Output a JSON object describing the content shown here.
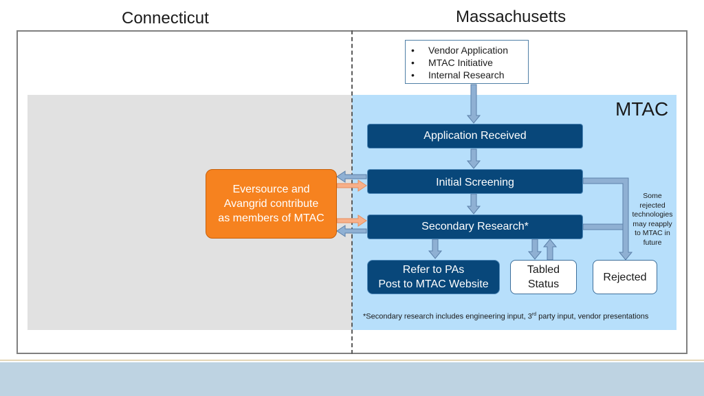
{
  "headers": {
    "left": "Connecticut",
    "right": "Massachusetts"
  },
  "mtac_label": "MTAC",
  "sources": [
    "Vendor Application",
    "MTAC Initiative",
    "Internal Research"
  ],
  "steps": {
    "application_received": "Application Received",
    "initial_screening": "Initial Screening",
    "secondary_research": "Secondary Research*"
  },
  "outcomes": {
    "refer_line1": "Refer to PAs",
    "refer_line2": "Post to MTAC Website",
    "tabled_line1": "Tabled",
    "tabled_line2": "Status",
    "rejected": "Rejected"
  },
  "utilities": {
    "line1": "Eversource and",
    "line2": "Avangrid contribute",
    "line3": "as members of MTAC"
  },
  "side_note": [
    "Some",
    "rejected",
    "technologies",
    "may reapply",
    "to MTAC in",
    "future"
  ],
  "footnote": {
    "prefix": "*Secondary research includes engineering input, 3",
    "sup": "rd",
    "suffix": " party input, vendor presentations"
  },
  "colors": {
    "dark_box": "#08477a",
    "mtac_bg": "#b7dffb",
    "ct_bg": "#e1e1e1",
    "orange": "#f6821f",
    "arrow": "#8fb0d3"
  }
}
